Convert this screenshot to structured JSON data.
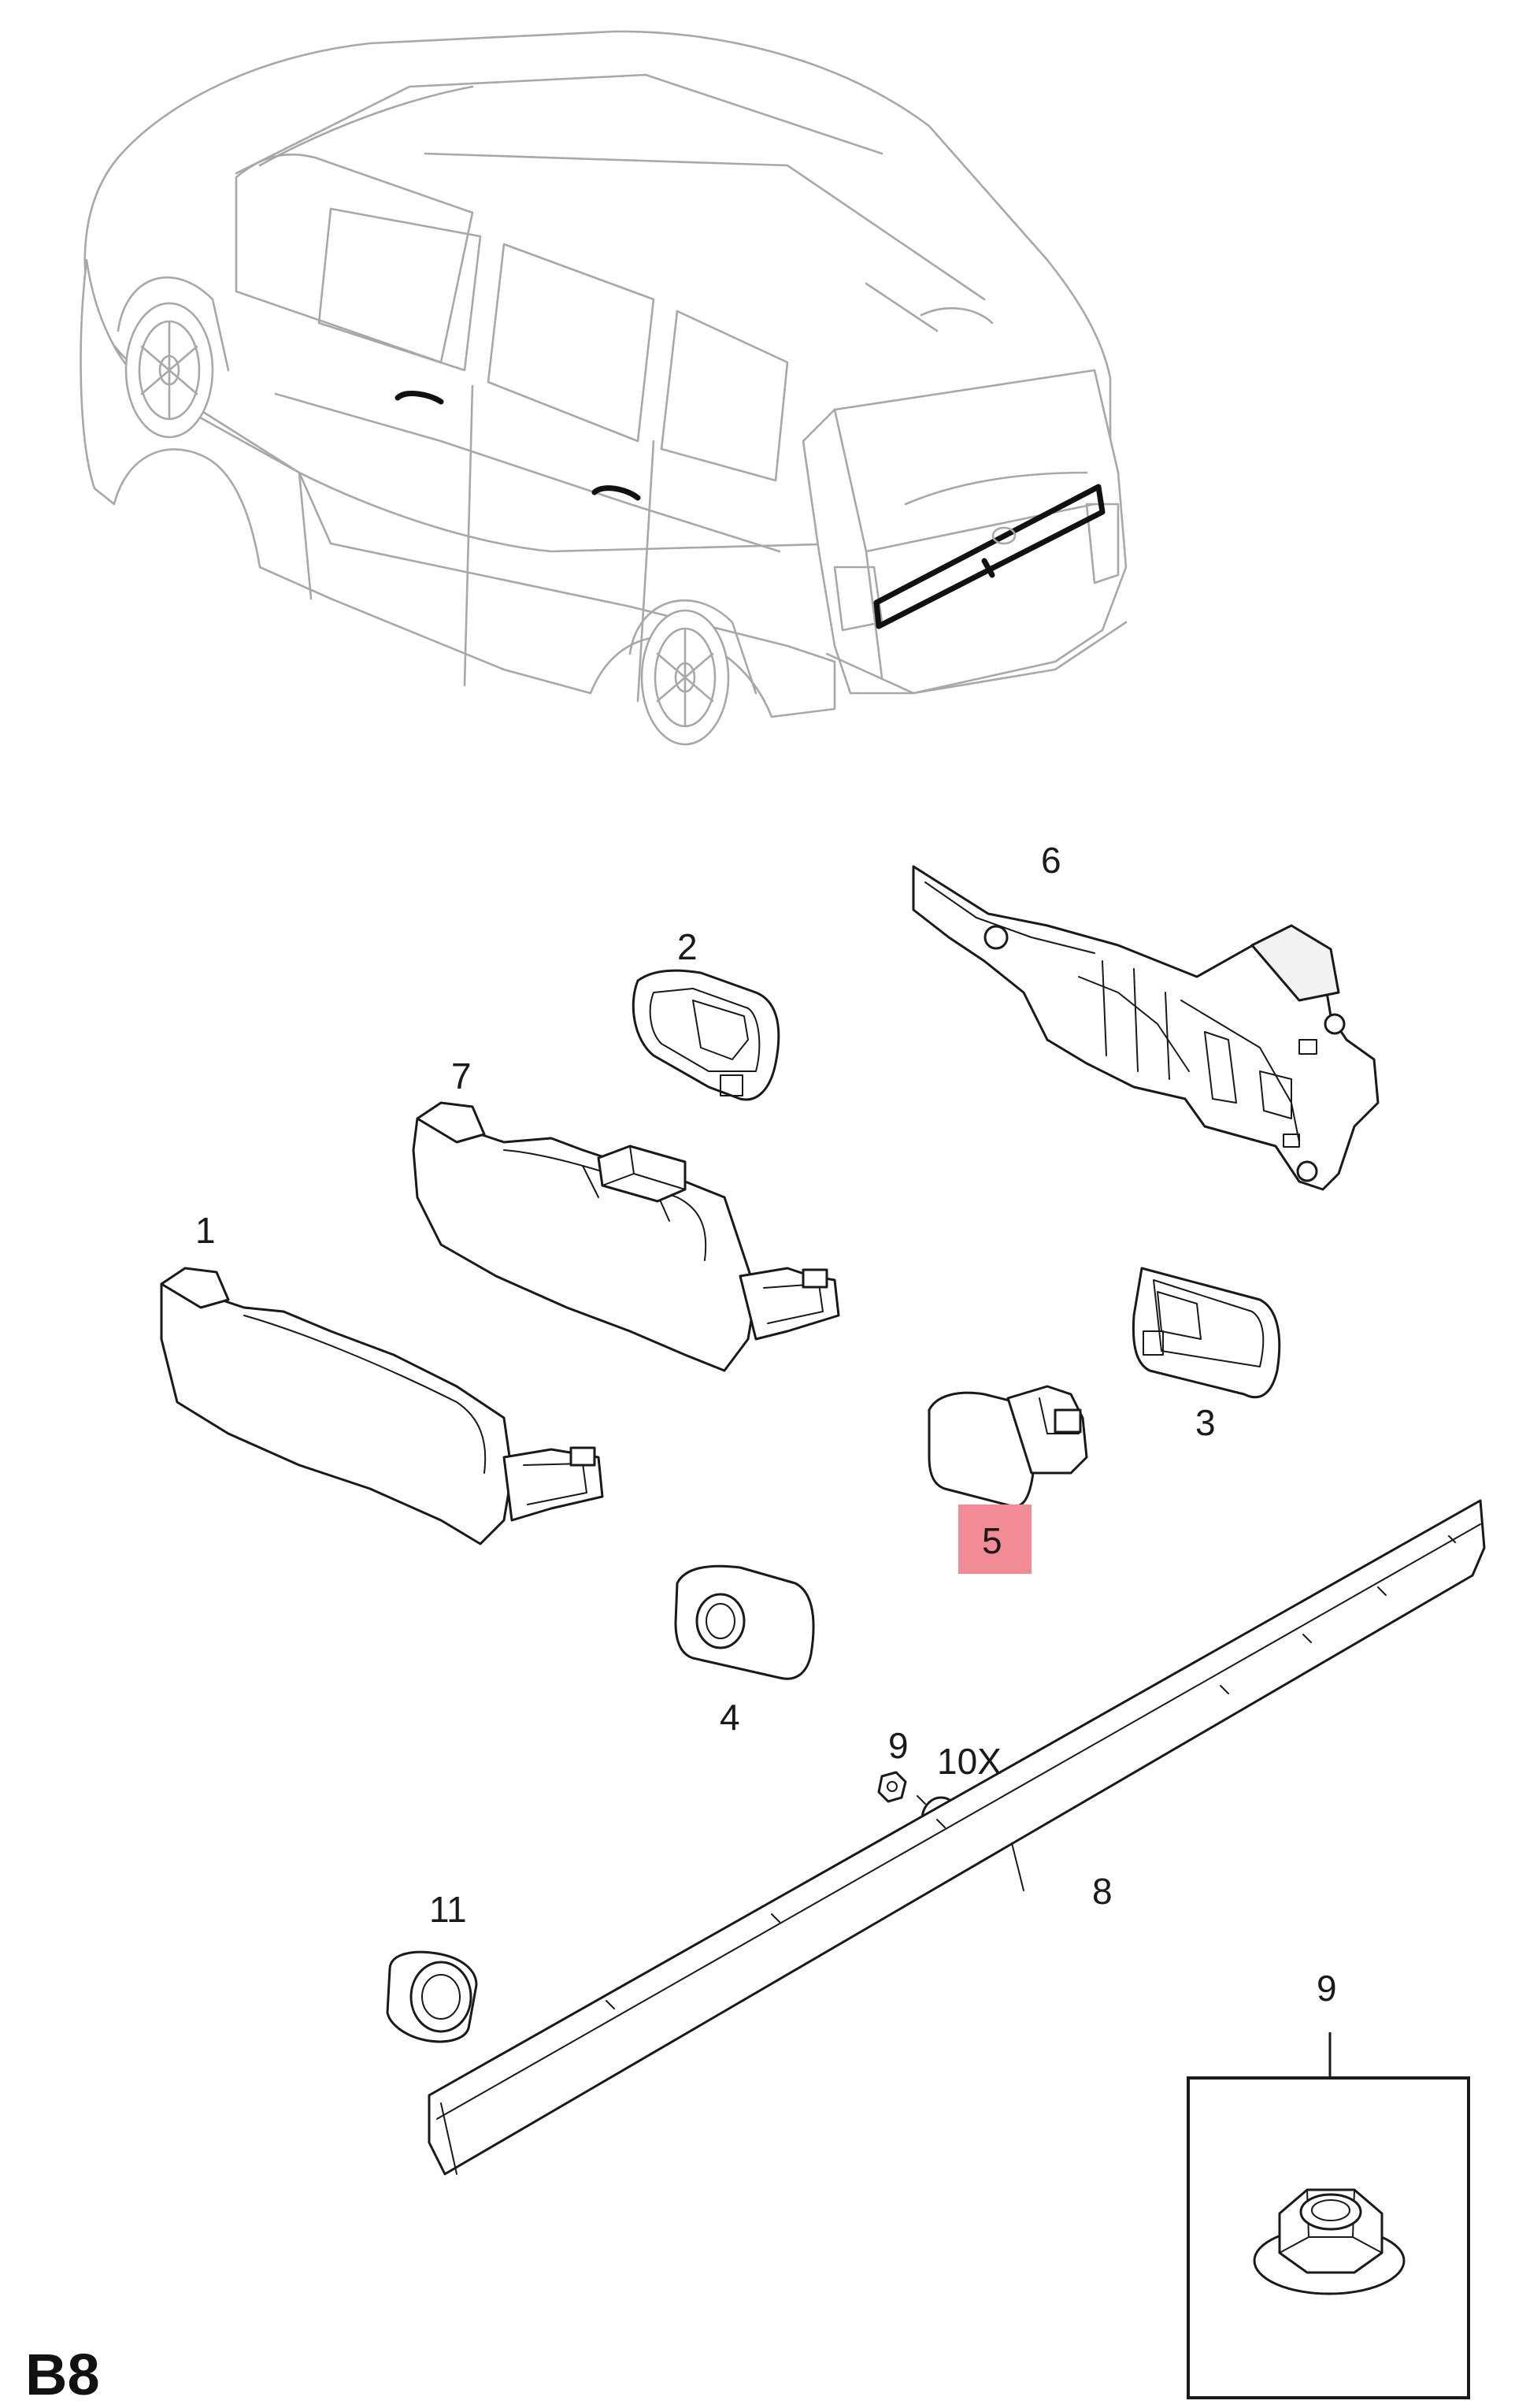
{
  "page_code": "B8",
  "callouts": {
    "c1": "1",
    "c2": "2",
    "c3": "3",
    "c4": "4",
    "c5": "5",
    "c6": "6",
    "c7": "7",
    "c8": "8",
    "c9a": "9",
    "c10": "10X",
    "c11": "11",
    "c9b": "9"
  },
  "highlighted_part": "5",
  "colors": {
    "highlight": "#f28c94",
    "line": "#1a1a1a",
    "car_outline": "#a8a8a8"
  }
}
